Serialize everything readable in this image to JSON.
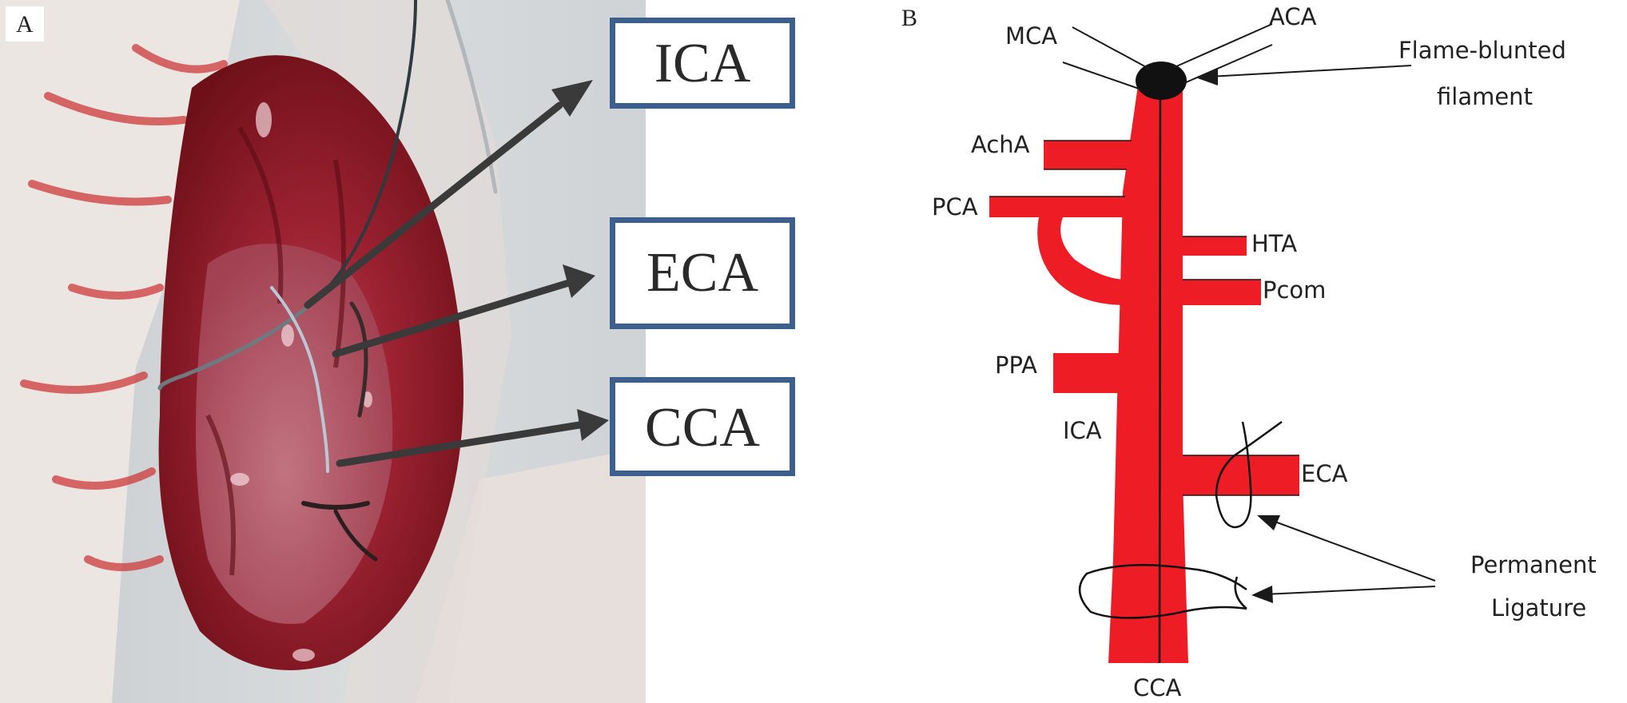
{
  "panel_a": {
    "letter": "A",
    "boxes": [
      {
        "label": "ICA"
      },
      {
        "label": "ECA"
      },
      {
        "label": "CCA"
      }
    ]
  },
  "panel_b": {
    "letter": "B",
    "labels": {
      "mca": "MCA",
      "aca": "ACA",
      "flame_line1": "Flame-blunted",
      "flame_line2": "filament",
      "acha": "AchA",
      "pca": "PCA",
      "hta": "HTA",
      "pcom": "Pcom",
      "ppa": "PPA",
      "ica": "ICA",
      "eca": "ECA",
      "ligature_line1": "Permanent",
      "ligature_line2": "Ligature",
      "cca": "CCA"
    }
  },
  "colors": {
    "box_border": "#3c5f8e",
    "artery_red": "#ee1c25",
    "arrow_dark": "#3a3a3a"
  }
}
